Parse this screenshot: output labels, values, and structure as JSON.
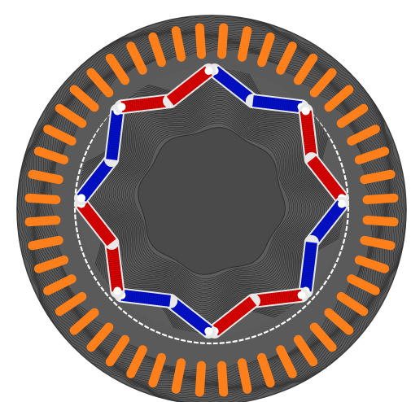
{
  "diagram": {
    "kind": "motor-cross-section-flux-plot",
    "stator": {
      "slot_count": 48,
      "slot_color": "#ff7f1a",
      "iron_color": "#5a5a5a",
      "edge_color": "#3a3a3a"
    },
    "rotor": {
      "pole_count": 8,
      "iron_color": "#5c5c5c",
      "shaft_color": "#4a4a4a"
    },
    "magnets": {
      "north_color": "#0010cc",
      "south_color": "#dd0000",
      "segments_per_pole": 2
    },
    "airgap": {
      "color": "#ffffff"
    },
    "flux_lines": {
      "color": "#151515"
    }
  }
}
